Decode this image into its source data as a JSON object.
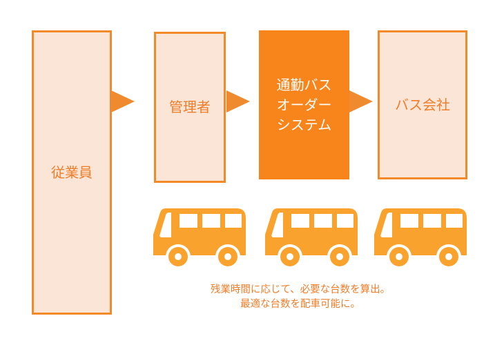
{
  "boxes": {
    "employee": "従業員",
    "manager": "管理者",
    "system": "通勤バス\nオーダー\nシステム",
    "bus_company": "バス会社"
  },
  "note": {
    "line1": "残業時間に応じて、必要な台数を算出。",
    "line2": "最適な台数を配車可能に。"
  },
  "colors": {
    "border": "#f28a2a",
    "fill": "#fbe5d6",
    "accent": "#f7851c",
    "bus": "#f9a32e",
    "text": "#ef7d2a"
  }
}
